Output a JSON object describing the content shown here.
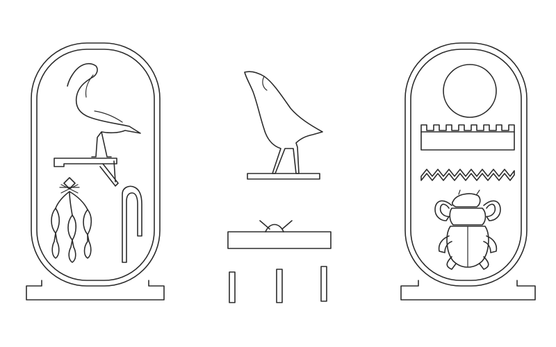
{
  "figure": {
    "description_free": true,
    "colors": {
      "ink": "#2b2b2b",
      "background": "#ffffff"
    },
    "groups": [
      {
        "id": "left-cartouche",
        "icons": [
          "ibis-icon",
          "perch-icon",
          "lotus-cluster-icon",
          "shepherd-crook-icon"
        ]
      },
      {
        "id": "center-group",
        "icons": [
          "quail-chick-icon",
          "offering-table-icon",
          "stroke-icon",
          "stroke-icon",
          "stroke-icon"
        ]
      },
      {
        "id": "right-cartouche",
        "icons": [
          "sun-disc-icon",
          "crenellated-bar-icon",
          "water-zigzag-icon",
          "scarab-icon"
        ]
      }
    ]
  }
}
